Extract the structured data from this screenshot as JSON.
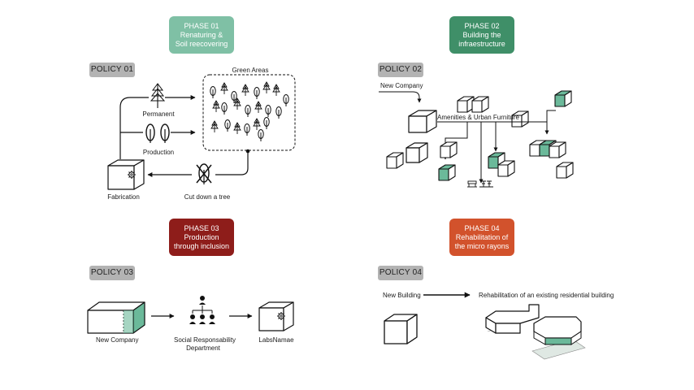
{
  "colors": {
    "phase1": "#7fc0a5",
    "phase2": "#3f8f68",
    "phase3": "#8e1d1a",
    "phase4": "#d2522c",
    "policy": "#b3b3b3",
    "green_face": "#6bb99a"
  },
  "phases": [
    {
      "tag": "PHASE 01",
      "line1": "Renaturing &",
      "line2": "Soil reecovering"
    },
    {
      "tag": "PHASE 02",
      "line1": "Building the",
      "line2": "infraestructure"
    },
    {
      "tag": "PHASE 03",
      "line1": "Production",
      "line2": "through inclusion"
    },
    {
      "tag": "PHASE 04",
      "line1": "Rehabilitation of",
      "line2": "the micro rayons"
    }
  ],
  "policies": [
    "POLICY 01",
    "POLICY 02",
    "POLICY 03",
    "POLICY 04"
  ],
  "policy1": {
    "green_areas": "Green Areas",
    "permanent": "Permanent",
    "production": "Production",
    "fabrication": "Fabrication",
    "cut_down": "Cut down a tree"
  },
  "policy2": {
    "new_company": "New Company",
    "amenities": "Amenities & Urban Furniture"
  },
  "policy3": {
    "new_company": "New Company",
    "social_line1": "Social Responsability",
    "social_line2": "Department",
    "labs": "LabsNamae"
  },
  "policy4": {
    "new_building": "New Building",
    "rehabilitation": "Rehabilitation of an existing residential building"
  }
}
